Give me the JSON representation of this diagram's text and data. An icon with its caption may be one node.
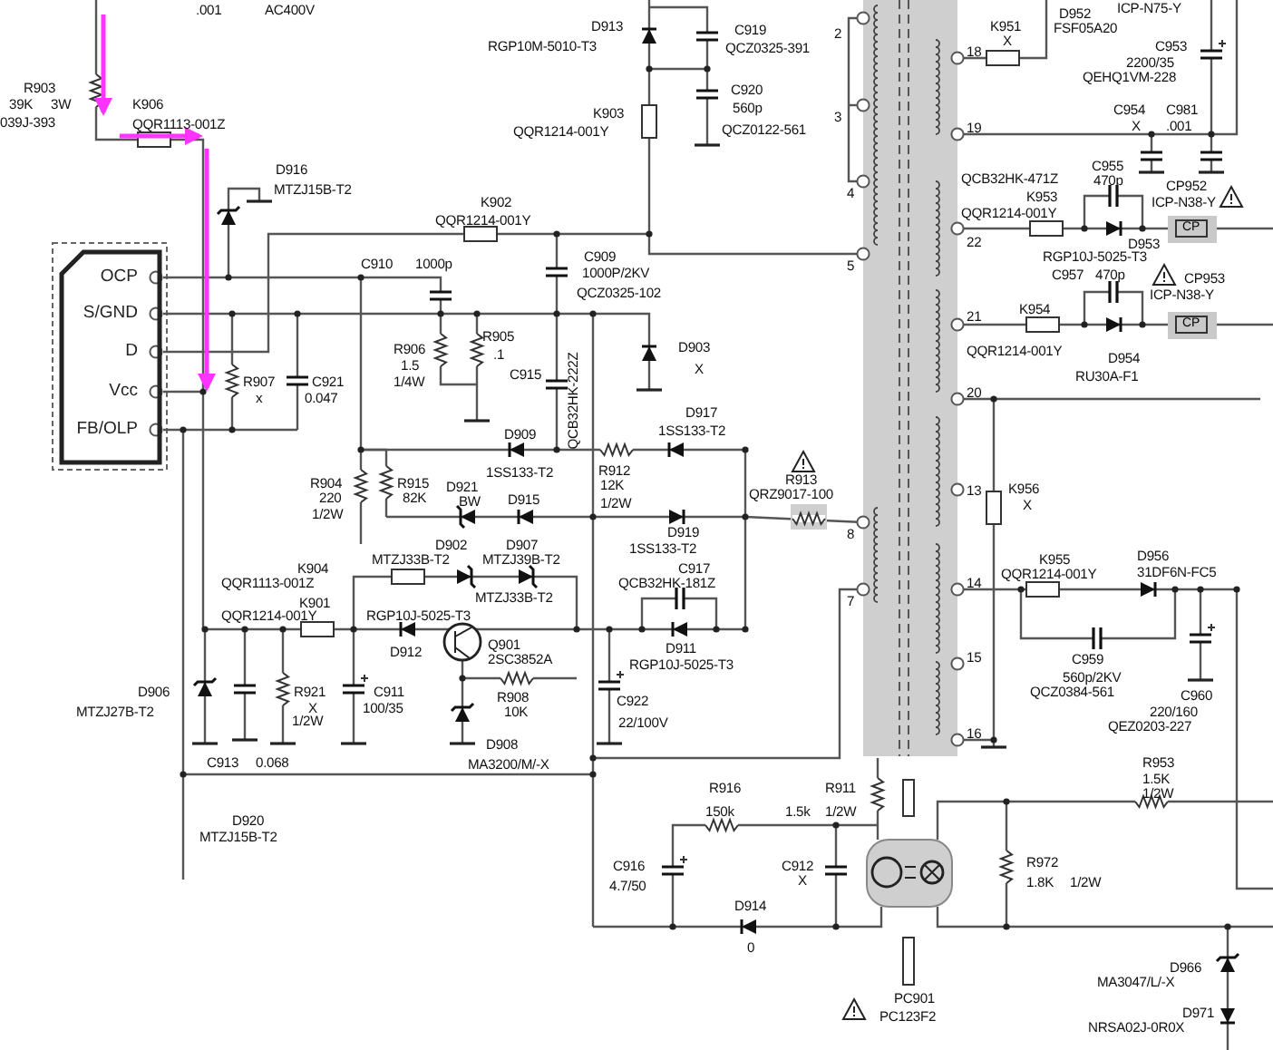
{
  "diagram": {
    "nodes": [
      {
        "text": [
          "OCP",
          "S/GND",
          "D",
          "Vcc",
          "FB/OLP"
        ]
      },
      {
        "text": [
          "CP"
        ]
      },
      {
        "text": [
          "CP"
        ]
      }
    ],
    "labels": [
      ".001",
      "AC400V",
      "ICP-N75-Y",
      "D952",
      "2",
      "D913",
      "FSF05A20",
      "K951",
      "C919",
      "RGP10M-5010-T3",
      "X",
      "C953",
      "QCZ0325-391",
      "18",
      "2200/35",
      "QEHQ1VM-228",
      "R903",
      "C920",
      "3",
      "39K",
      "3W",
      "K906",
      "560p",
      "C954",
      "C981",
      "K903",
      "039J-393",
      "QQR1113-001Z",
      "X",
      ".001",
      "19",
      "QCZ0122-561",
      "QQR1214-001Y",
      "C955",
      "D916",
      "QCB32HK-471Z",
      "470p",
      "4",
      "CP952",
      "MTZJ15B-T2",
      "K953",
      "ICP-N38-Y",
      "K902",
      "QQR1214-001Y",
      "QQR1214-001Y",
      "D953",
      "22",
      "5",
      "C909",
      "RGP10J-5025-T3",
      "C910",
      "1000p",
      "1000P/2KV",
      "C957",
      "470p",
      "CP953",
      "QCZ0325-102",
      "ICP-N38-Y",
      "K954",
      "21",
      "R906",
      "R905",
      "D903",
      "QQR1214-001Y",
      "1.5",
      ".1",
      "D954",
      "X",
      "C915",
      "RU30A-F1",
      "R907",
      "C921",
      "1/4W",
      "20",
      "x",
      "0.047",
      "QCB32HK-222Z",
      "D917",
      "1SS133-T2",
      "D909",
      "R913",
      "1SS133-T2",
      "R912",
      "R904",
      "R915",
      "D921",
      "12K",
      "QRZ9017-100",
      "13",
      "K956",
      "220",
      "82K",
      "BW",
      "D915",
      "1/2W",
      "X",
      "1/2W",
      "8",
      "D919",
      "D902",
      "D907",
      "1SS133-T2",
      "K955",
      "D956",
      "MTZJ33B-T2",
      "MTZJ39B-T2",
      "K904",
      "C917",
      "QQR1214-001Y",
      "31DF6N-FC5",
      "QQR1113-001Z",
      "QCB32HK-181Z",
      "7",
      "14",
      "MTZJ33B-T2",
      "K901",
      "QQR1214-001Y",
      "RGP10J-5025-T3",
      "Q901",
      "D911",
      "D912",
      "C959",
      "2SC3852A",
      "RGP10J-5025-T3",
      "15",
      "560p/2KV",
      "D906",
      "R921",
      "C911",
      "QCZ0384-561",
      "C960",
      "R908",
      "C922",
      "X",
      "100/35",
      "MTZJ27B-T2",
      "10K",
      "220/160",
      "1/2W",
      "22/100V",
      "QEZ0203-227",
      "16",
      "D908",
      "C913",
      "0.068",
      "R953",
      "MA3200/M/-X",
      "1.5K",
      "R916",
      "R911",
      "1/2W",
      "150k",
      "1/2W",
      "1.5k",
      "D920",
      "MTZJ15B-T2",
      "R972",
      "C916",
      "C912",
      "X",
      "1.8K",
      "1/2W",
      "4.7/50",
      "D914",
      "0",
      "D966",
      "MA3047/L/-X",
      "PC901",
      "D971",
      "PC123F2",
      "NRSA02J-0R0X"
    ]
  }
}
